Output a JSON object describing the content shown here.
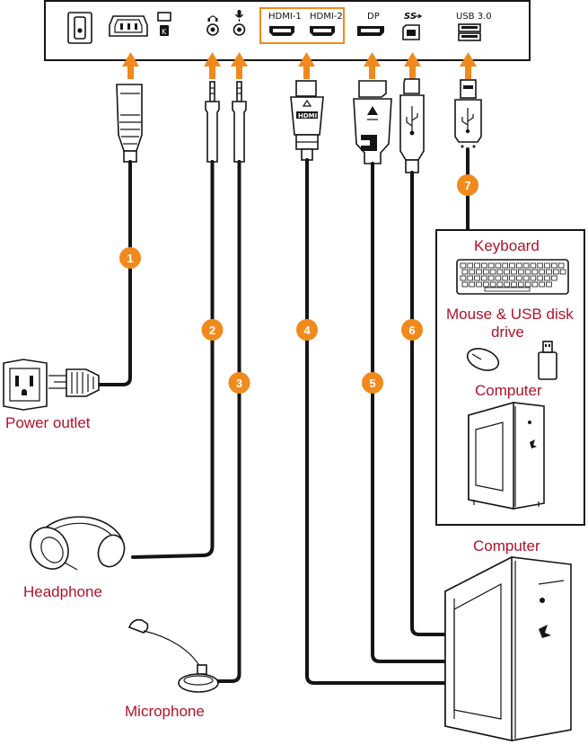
{
  "ports": {
    "hdmi1": "HDMI-1",
    "hdmi2": "HDMI-2",
    "dp": "DP",
    "usb_ss": "SS",
    "usb3": "USB 3.0"
  },
  "connector_marks": {
    "hdmi": "HDMI"
  },
  "numbers": {
    "n1": "1",
    "n2": "2",
    "n3": "3",
    "n4": "4",
    "n5": "5",
    "n6": "6",
    "n7": "7"
  },
  "labels": {
    "power_outlet": "Power outlet",
    "headphone": "Headphone",
    "microphone": "Microphone",
    "computer_main": "Computer",
    "keyboard": "Keyboard",
    "mouse_usb": "Mouse & USB disk",
    "mouse_usb_line2": "drive",
    "computer_box": "Computer"
  },
  "colors": {
    "accent_orange": "#f08a1c",
    "label_red": "#b0122a",
    "cable_black": "#151515"
  },
  "icons": [
    "power-switch-icon",
    "ac-inlet-icon",
    "kensington-lock-icon",
    "headphone-jack-icon",
    "microphone-jack-icon",
    "hdmi-port-icon",
    "displayport-icon",
    "usb-b-port-icon",
    "usb-a-port-icon",
    "power-plug-icon",
    "wall-outlet-icon",
    "headphones-icon",
    "microphone-icon",
    "keyboard-icon",
    "mouse-icon",
    "usb-drive-icon",
    "computer-tower-icon"
  ]
}
